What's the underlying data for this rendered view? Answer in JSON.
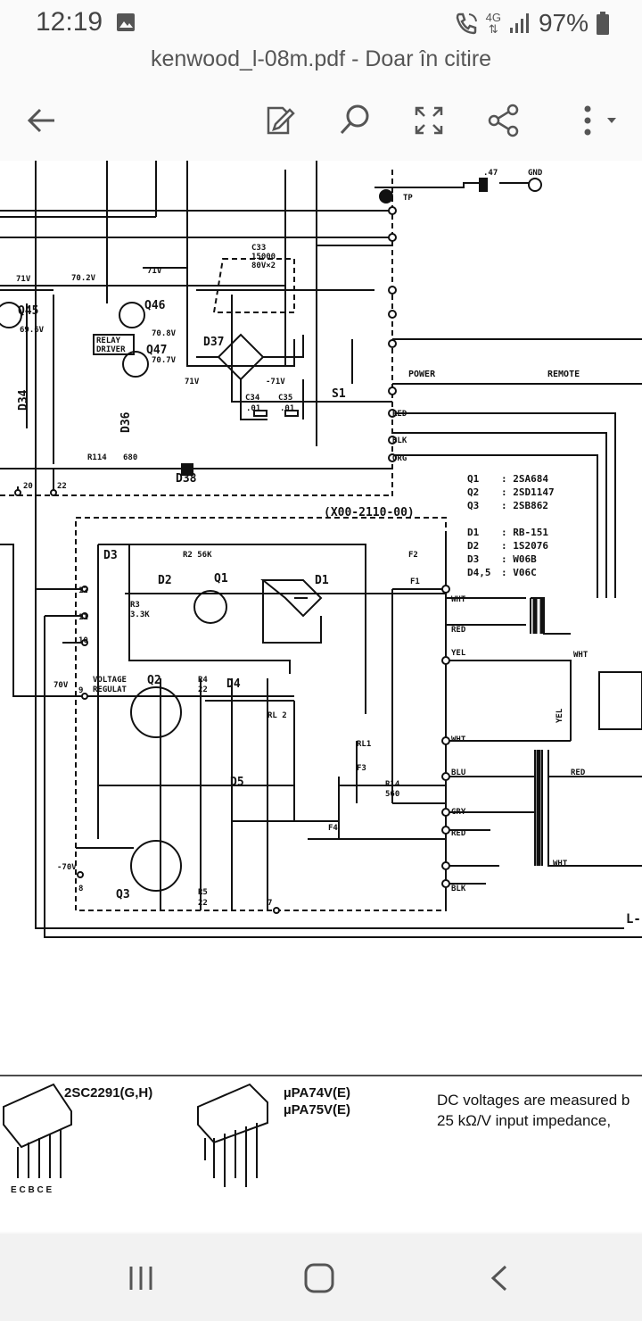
{
  "status": {
    "time": "12:19",
    "network": "4G",
    "battery": "97%"
  },
  "document": {
    "title": "kenwood_l-08m.pdf - Doar în citire"
  },
  "toolbar": {
    "back_icon": "arrow-left-icon",
    "edit_icon": "pen-document-icon",
    "search_icon": "search-icon",
    "fit_icon": "expand-icon",
    "share_icon": "share-icon",
    "more_icon": "more-vertical-icon"
  },
  "schematic": {
    "board_label": "(X00-2110-00)",
    "parts_table": [
      {
        "ref": "Q1",
        "part": ": 2SA684"
      },
      {
        "ref": "Q2",
        "part": ": 2SD1147"
      },
      {
        "ref": "Q3",
        "part": ": 2SB862"
      },
      {
        "ref": "D1",
        "part": ": RB-151"
      },
      {
        "ref": "D2",
        "part": ": 1S2076"
      },
      {
        "ref": "D3",
        "part": ": W06B"
      },
      {
        "ref": "D4,5",
        "part": ": V06C"
      }
    ],
    "labels": {
      "q45": "Q45",
      "q46": "Q46",
      "q47": "Q47",
      "d34": "D34",
      "d36": "D36",
      "d37": "D37",
      "d38": "D38",
      "c33": "C33",
      "c33_val": "15000",
      "c33_v": "80V×2",
      "relay_driver_1": "RELAY",
      "relay_driver_2": "DRIVER",
      "power": "POWER",
      "remote": "REMOTE",
      "s1": "S1",
      "gnd": "GND",
      "tp": "TP",
      "c047": ".47",
      "r114": "R114",
      "r114_val": "680",
      "v71a": "71V",
      "v71b": "71V",
      "v702": "70.2V",
      "v696": "69.6V",
      "v708": "70.8V",
      "v707": "70.7V",
      "vm71": "-71V",
      "v71c": "71V",
      "c34": "C34",
      "c35": "C35",
      "c34v": ".01",
      "c35v": ".01",
      "red": "RED",
      "blk": "BLK",
      "org": "ORG",
      "q1": "Q1",
      "q2": "Q2",
      "q3": "Q3",
      "d1": "D1",
      "d2": "D2",
      "d3": "D3",
      "d4": "D4",
      "d5": "D5",
      "r2": "R2 56K",
      "r3": "R3",
      "r3v": "3.3K",
      "r4": "R4",
      "r4v": "22",
      "r5": "R5",
      "r5v": "22",
      "voltage_1": "VOLTAGE",
      "voltage_2": "REGULAT",
      "v70": "70V",
      "vm70": "-70V",
      "rl1": "RL1",
      "rl2": "RL 2",
      "f1": "F1",
      "f2": "F2",
      "f3": "F3",
      "f4": "F4",
      "r14": "R14",
      "r14v": "560",
      "wht1": "WHT",
      "wht2": "WHT",
      "wht3": "WHT",
      "wht4": "WHT",
      "red2": "RED",
      "red3": "RED",
      "red4": "RED",
      "yel": "YEL",
      "yel2": "YEL",
      "blu": "BLU",
      "gry": "GRY",
      "blk2": "BLK",
      "l_label": "L-",
      "pin12": "12",
      "pin11": "11",
      "pin10": "10",
      "pin9": "9",
      "pin8": "8",
      "pin7": "7",
      "p20": "20",
      "p22": "22"
    },
    "footer": {
      "part1": "2SC2291(G,H)",
      "part2a": "µPA74V(E)",
      "part2b": "µPA75V(E)",
      "pins": "E C B C E",
      "note1": "DC voltages are measured b",
      "note2": "25 kΩ/V input impedance,"
    }
  },
  "navbar": {
    "recent_icon": "recent-apps-icon",
    "home_icon": "home-icon",
    "back_icon": "back-chevron-icon"
  }
}
